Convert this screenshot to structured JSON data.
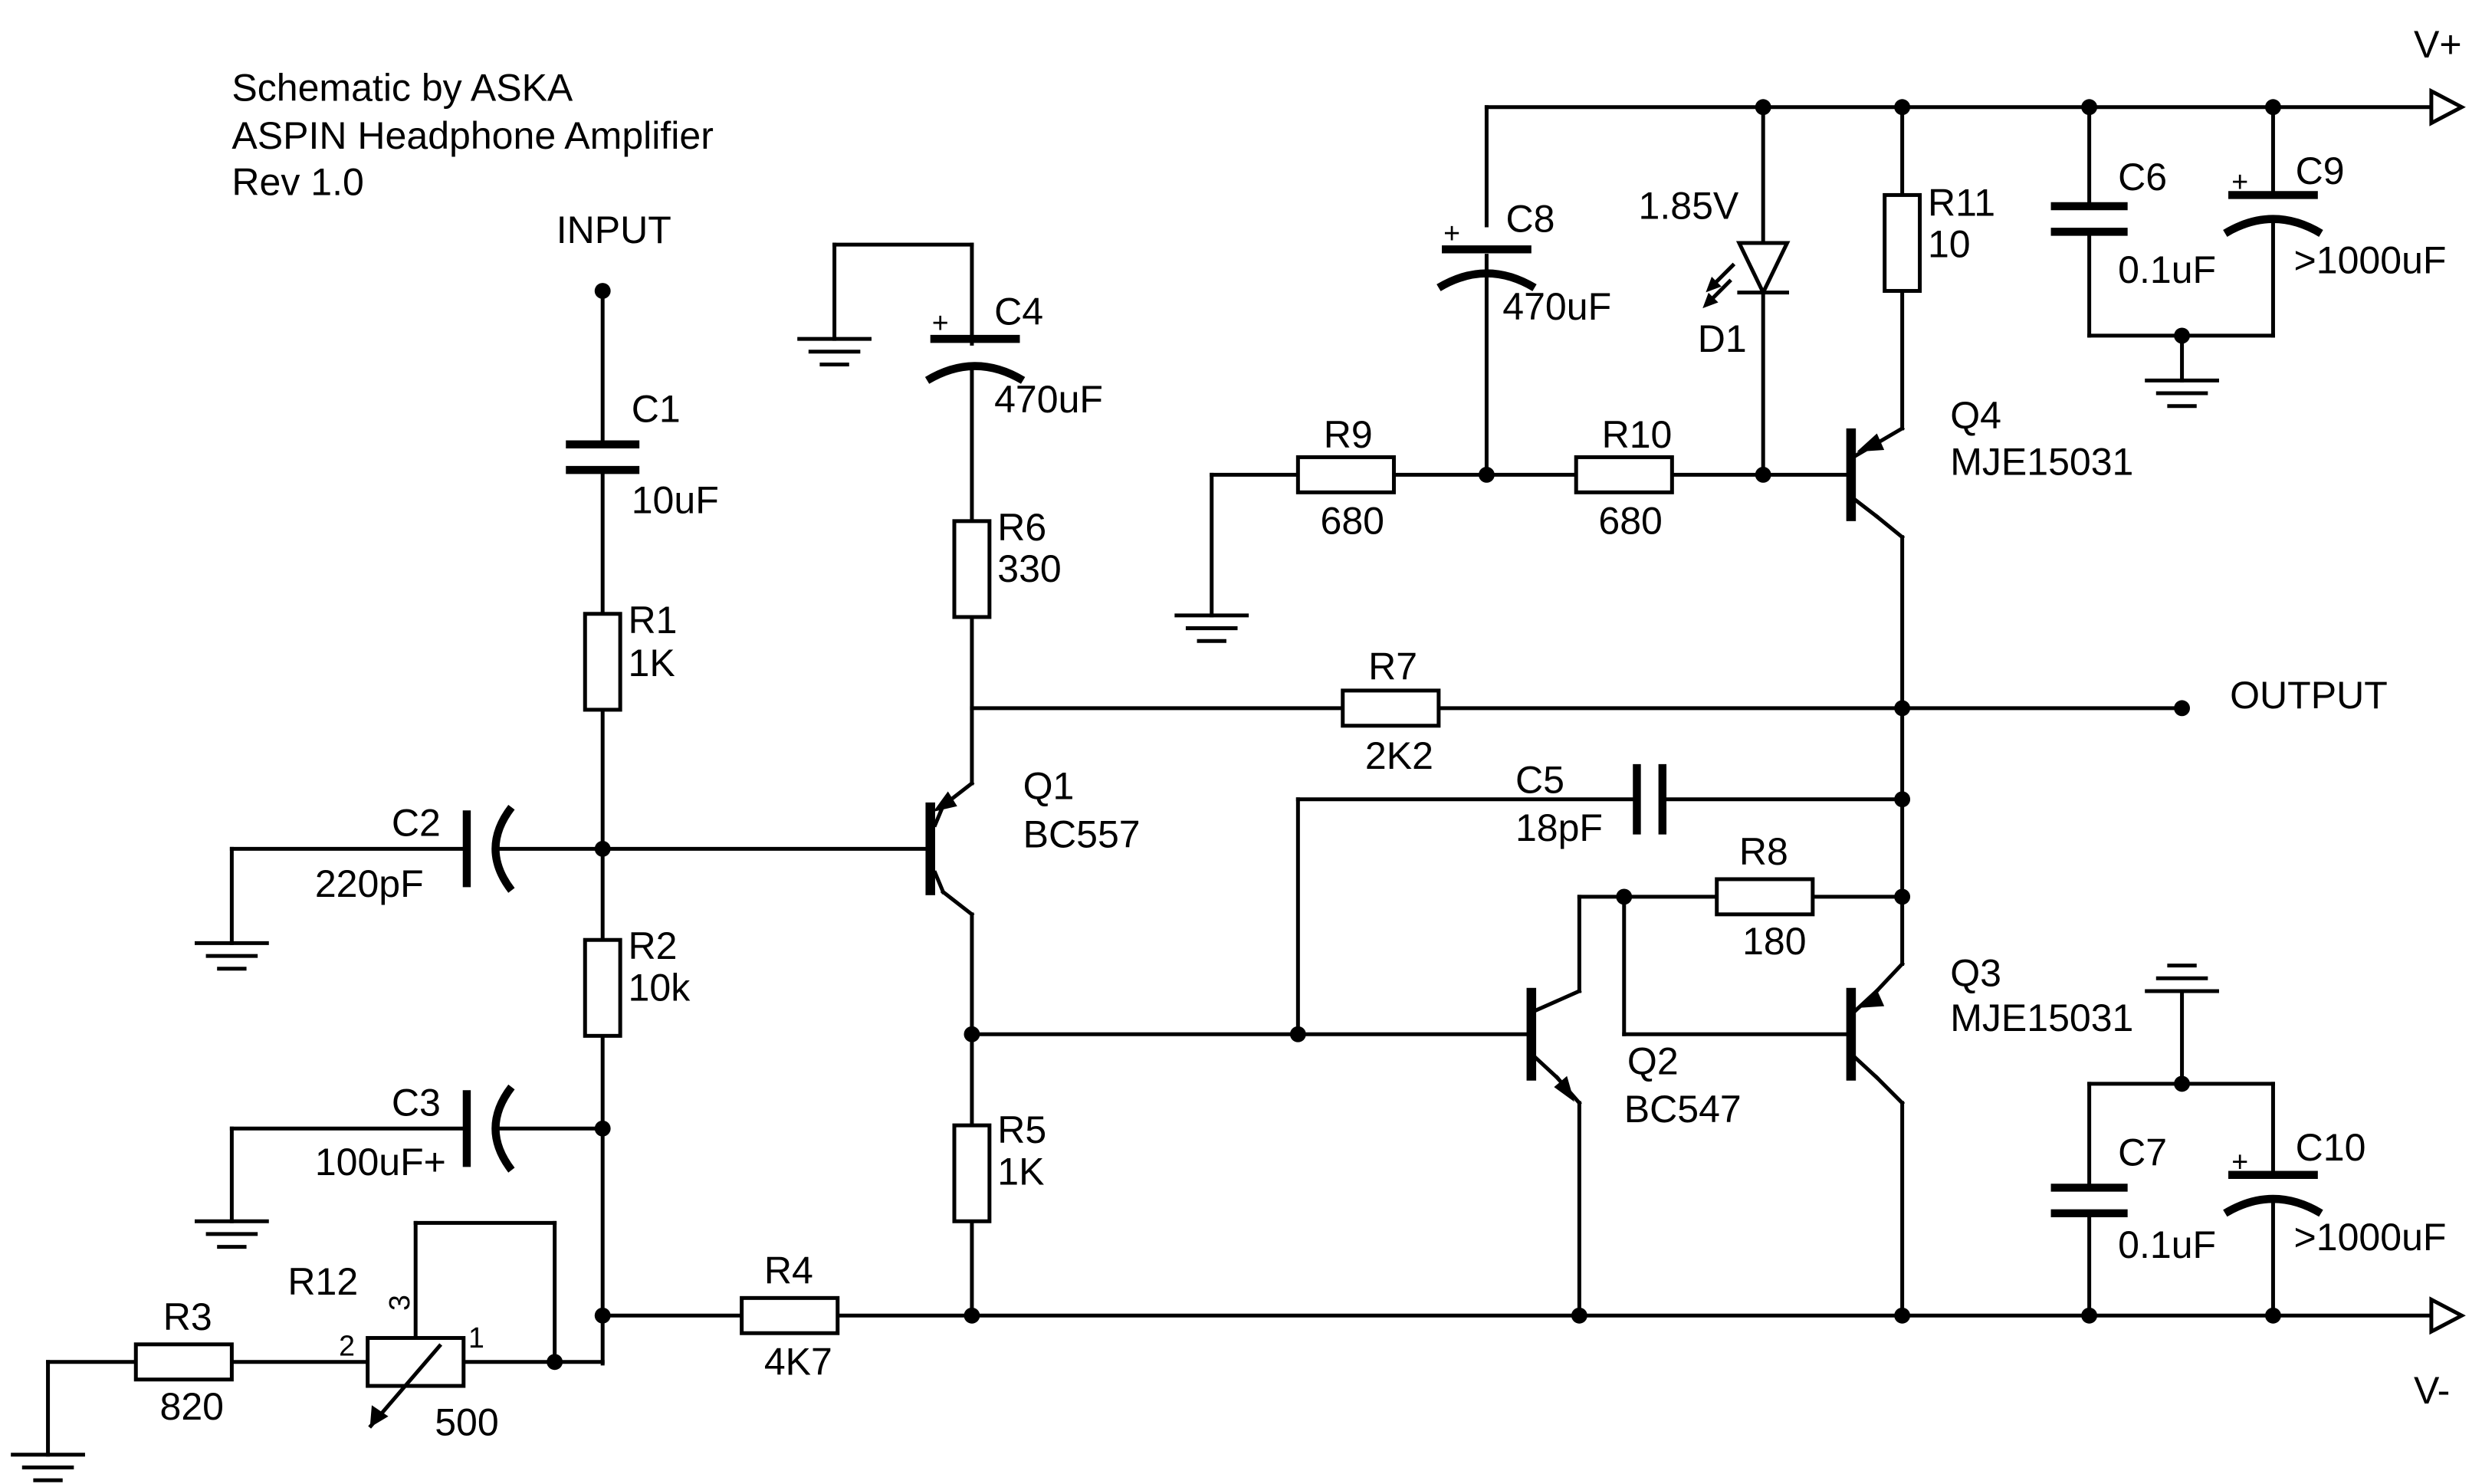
{
  "title": {
    "line1": "Schematic by ASKA",
    "line2": "ASPIN Headphone Amplifier",
    "line3": "Rev 1.0"
  },
  "nets": {
    "input": "INPUT",
    "output": "OUTPUT",
    "vpos": "V+",
    "vneg": "V-"
  },
  "components": {
    "C1": {
      "ref": "C1",
      "value": "10uF"
    },
    "C2": {
      "ref": "C2",
      "value": "220pF"
    },
    "C3": {
      "ref": "C3",
      "value": "100uF+"
    },
    "C4": {
      "ref": "C4",
      "value": "470uF",
      "polarity": "+"
    },
    "C5": {
      "ref": "C5",
      "value": "18pF"
    },
    "C6": {
      "ref": "C6",
      "value": "0.1uF"
    },
    "C7": {
      "ref": "C7",
      "value": "0.1uF"
    },
    "C8": {
      "ref": "C8",
      "value": "470uF",
      "polarity": "+"
    },
    "C9": {
      "ref": "C9",
      "value": ">1000uF",
      "polarity": "+"
    },
    "C10": {
      "ref": "C10",
      "value": ">1000uF",
      "polarity": "+"
    },
    "R1": {
      "ref": "R1",
      "value": "1K"
    },
    "R2": {
      "ref": "R2",
      "value": "10k"
    },
    "R3": {
      "ref": "R3",
      "value": "820"
    },
    "R4": {
      "ref": "R4",
      "value": "4K7"
    },
    "R5": {
      "ref": "R5",
      "value": "1K"
    },
    "R6": {
      "ref": "R6",
      "value": "330"
    },
    "R7": {
      "ref": "R7",
      "value": "2K2"
    },
    "R8": {
      "ref": "R8",
      "value": "180"
    },
    "R9": {
      "ref": "R9",
      "value": "680"
    },
    "R10": {
      "ref": "R10",
      "value": "680"
    },
    "R11": {
      "ref": "R11",
      "value": "10"
    },
    "R12": {
      "ref": "R12",
      "value": "500",
      "pin1": "1",
      "pin2": "2",
      "pin3": "3"
    },
    "D1": {
      "ref": "D1",
      "value": "1.85V"
    },
    "Q1": {
      "ref": "Q1",
      "part": "BC557"
    },
    "Q2": {
      "ref": "Q2",
      "part": "BC547"
    },
    "Q3": {
      "ref": "Q3",
      "part": "MJE15031"
    },
    "Q4": {
      "ref": "Q4",
      "part": "MJE15031"
    }
  }
}
